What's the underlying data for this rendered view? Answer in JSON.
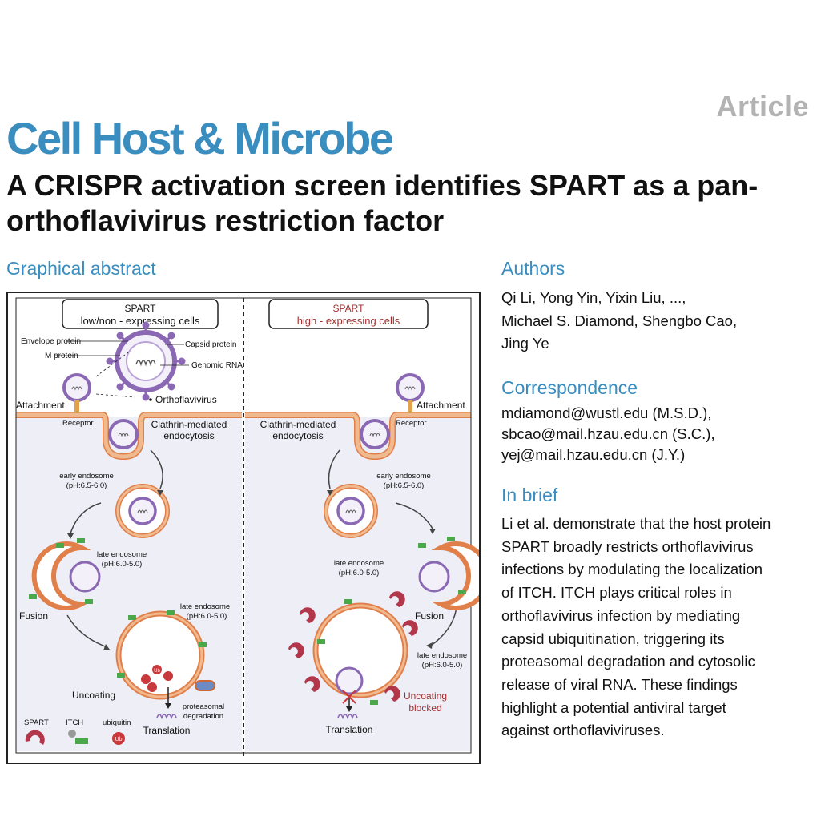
{
  "header": {
    "article_type": "Article",
    "journal": "Cell Host & Microbe",
    "title": "A CRISPR activation screen identifies SPART as a pan-orthoflavivirus restriction factor"
  },
  "graphical_abstract": {
    "heading": "Graphical abstract",
    "left_panel": {
      "label_line1": "SPART",
      "label_line2": "low/non - expressing cells",
      "envelope_protein": "Envelope protein",
      "m_protein": "M protein",
      "capsid_protein": "Capsid protein",
      "genomic_rna": "Genomic RNA",
      "orthoflavivirus": "Orthoflavivirus",
      "attachment": "Attachment",
      "receptor": "Receptor",
      "clathrin_line1": "Clathrin-mediated",
      "clathrin_line2": "endocytosis",
      "early_endosome": "early endosome",
      "early_ph": "(pH:6.5-6.0)",
      "late_endosome": "late endosome",
      "late_ph": "(pH:6.0-5.0)",
      "late_endosome_2": "late endosome",
      "late_ph_2": "(pH:6.0-5.0)",
      "fusion": "Fusion",
      "uncoating": "Uncoating",
      "proteasomal_line1": "proteasomal",
      "proteasomal_line2": "degradation",
      "translation": "Translation",
      "ub": "Ub"
    },
    "right_panel": {
      "label_line1": "SPART",
      "label_line2": "high - expressing cells",
      "attachment": "Attachment",
      "receptor": "Receptor",
      "clathrin_line1": "Clathrin-mediated",
      "clathrin_line2": "endocytosis",
      "early_endosome": "early endosome",
      "early_ph": "(pH:6.5-6.0)",
      "late_endosome": "late endosome",
      "late_ph": "(pH:6.0-5.0)",
      "late_endosome_2": "late endosome",
      "late_ph_2": "(pH:6.0-5.0)",
      "fusion": "Fusion",
      "uncoating_line1": "Uncoating",
      "uncoating_line2": "blocked",
      "translation": "Translation"
    },
    "legend": {
      "spart": "SPART",
      "itch": "ITCH",
      "ubiquitin": "ubiquitin",
      "ub": "Ub"
    },
    "colors": {
      "membrane": "#f0b98e",
      "membrane_edge": "#e07f4a",
      "virus": "#8a68b3",
      "spart": "#b3374a",
      "itch_green": "#4aa74a",
      "ubiquitin": "#c9383a",
      "cytoplasm": "#eeeef7"
    }
  },
  "authors": {
    "heading": "Authors",
    "lines": [
      "Qi Li, Yong Yin, Yixin Liu, ...,",
      "Michael S. Diamond, Shengbo Cao,",
      "Jing Ye"
    ]
  },
  "correspondence": {
    "heading": "Correspondence",
    "lines": [
      "mdiamond@wustl.edu (M.S.D.),",
      "sbcao@mail.hzau.edu.cn (S.C.),",
      "yej@mail.hzau.edu.cn (J.Y.)"
    ]
  },
  "in_brief": {
    "heading": "In brief",
    "lines": [
      "Li et al. demonstrate that the host protein",
      "SPART broadly restricts orthoflavivirus",
      "infections by modulating the localization",
      "of ITCH. ITCH plays critical roles in",
      "orthoflavivirus infection by mediating",
      "capsid ubiquitination, triggering its",
      "proteasomal degradation and cytosolic",
      "release of viral RNA. These findings",
      "highlight a potential antiviral target",
      "against orthoflaviviruses."
    ]
  }
}
